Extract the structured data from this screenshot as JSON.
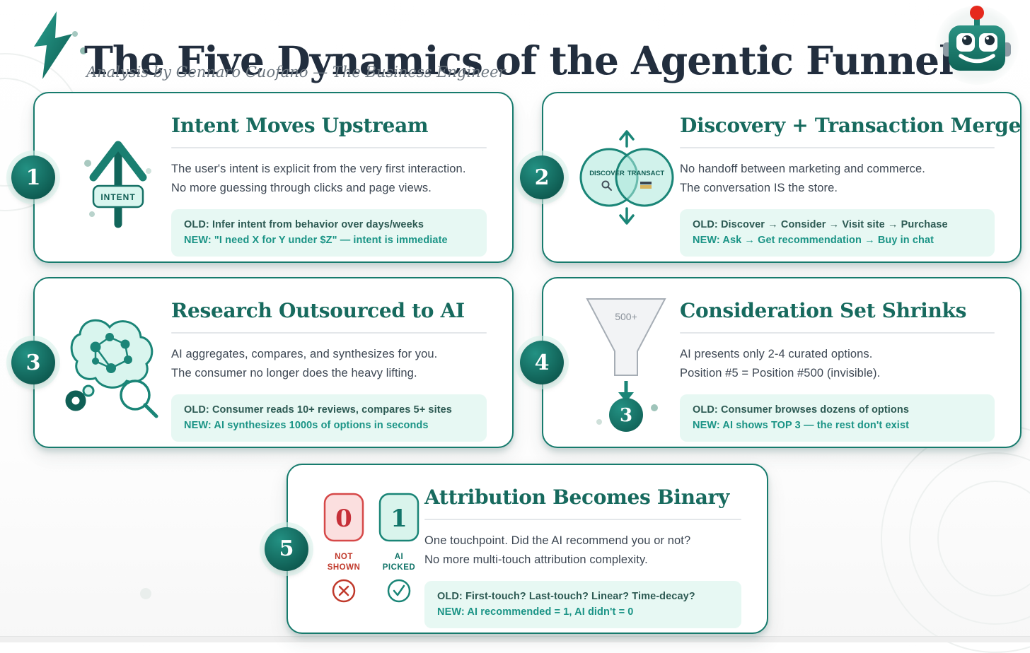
{
  "header": {
    "title": "The Five Dynamics of the Agentic Funnel",
    "subtitle": "Analysis by Gennaro Cuofano — The Business Engineer"
  },
  "colors": {
    "accent_teal": "#177b6d",
    "dark_teal": "#0e5b51",
    "mint_panel": "#e7f8f3",
    "header_navy": "#222e3e",
    "card_title_teal": "#176a5e",
    "old_text": "#2d5a53",
    "new_text": "#1b9486",
    "alert_red": "#c43a3a"
  },
  "cards": [
    {
      "number": "1",
      "title": "Intent Moves Upstream",
      "body_line1": "The user's intent is explicit from the very first interaction.",
      "body_line2": "No more guessing through clicks and page views.",
      "old": "OLD: Infer intent from behavior over days/weeks",
      "new": "NEW: \"I need X for Y under $Z\" — intent is immediate",
      "icon_label": "INTENT"
    },
    {
      "number": "2",
      "title": "Discovery + Transaction Merge",
      "body_line1": "No handoff between marketing and commerce.",
      "body_line2": "The conversation IS the store.",
      "old": "OLD: Discover → Consider → Visit site → Purchase",
      "new": "NEW: Ask → Get recommendation → Buy in chat",
      "icon_left_label": "DISCOVER",
      "icon_right_label": "TRANSACT"
    },
    {
      "number": "3",
      "title": "Research Outsourced to AI",
      "body_line1": "AI aggregates, compares, and synthesizes for you.",
      "body_line2": "The consumer no longer does the heavy lifting.",
      "old": "OLD: Consumer reads 10+ reviews, compares 5+ sites",
      "new": "NEW: AI synthesizes 1000s of options in seconds"
    },
    {
      "number": "4",
      "title": "Consideration Set Shrinks",
      "body_line1": "AI presents only 2-4 curated options.",
      "body_line2": "Position #5 = Position #500 (invisible).",
      "old": "OLD: Consumer browses dozens of options",
      "new": "NEW: AI shows TOP 3 — the rest don't exist",
      "funnel_label": "500+",
      "funnel_result": "3"
    },
    {
      "number": "5",
      "title": "Attribution Becomes Binary",
      "body_line1": "One touchpoint. Did the AI recommend you or not?",
      "body_line2": "No more multi-touch attribution complexity.",
      "old": "OLD: First-touch? Last-touch? Linear? Time-decay?",
      "new": "NEW: AI recommended = 1, AI didn't = 0",
      "zero_label": "0",
      "one_label": "1",
      "zero_caption_line1": "NOT",
      "zero_caption_line2": "SHOWN",
      "one_caption_line1": "AI",
      "one_caption_line2": "PICKED"
    }
  ]
}
